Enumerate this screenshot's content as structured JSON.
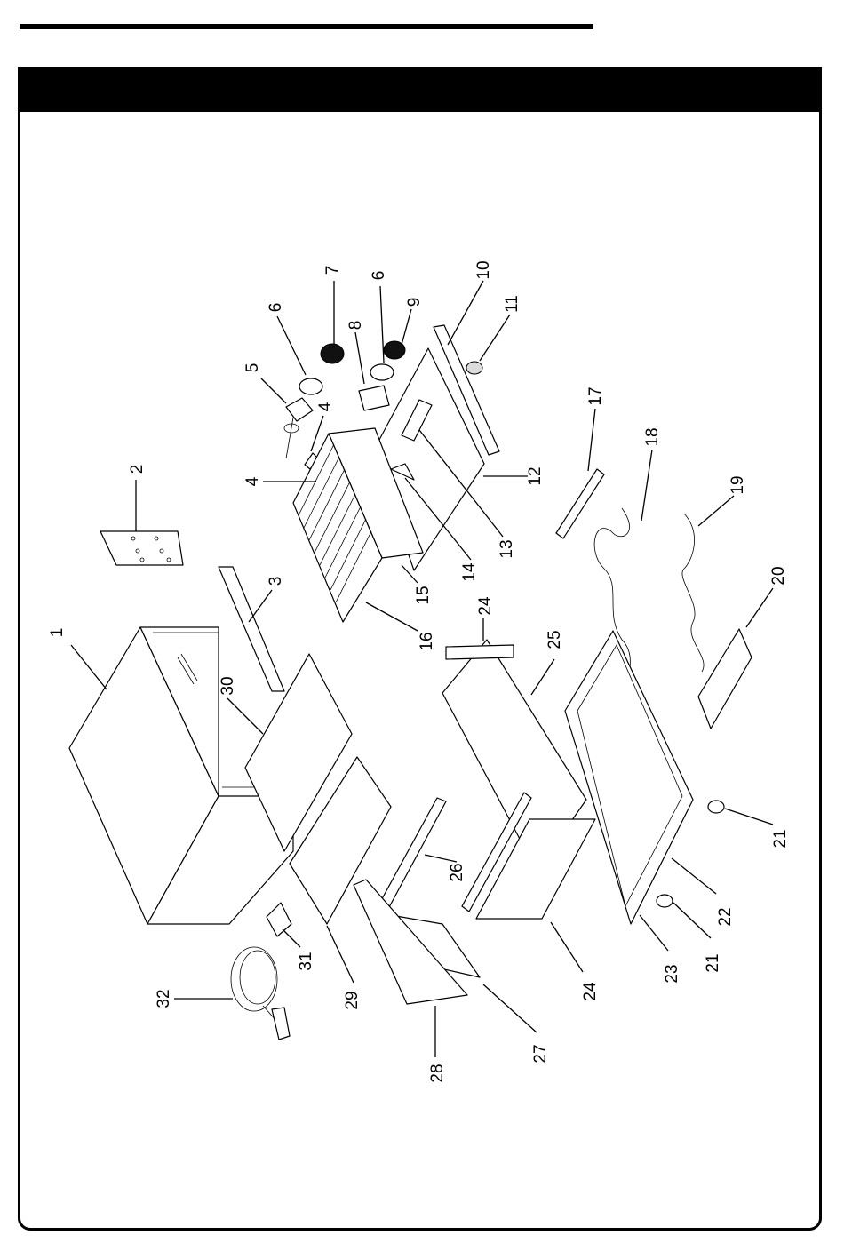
{
  "callouts": [
    "1",
    "2",
    "3",
    "4",
    "4",
    "5",
    "6",
    "6",
    "7",
    "8",
    "9",
    "10",
    "11",
    "12",
    "13",
    "14",
    "15",
    "16",
    "17",
    "18",
    "19",
    "20",
    "21",
    "21",
    "22",
    "23",
    "24",
    "24",
    "25",
    "26",
    "27",
    "28",
    "29",
    "30",
    "31",
    "32"
  ]
}
